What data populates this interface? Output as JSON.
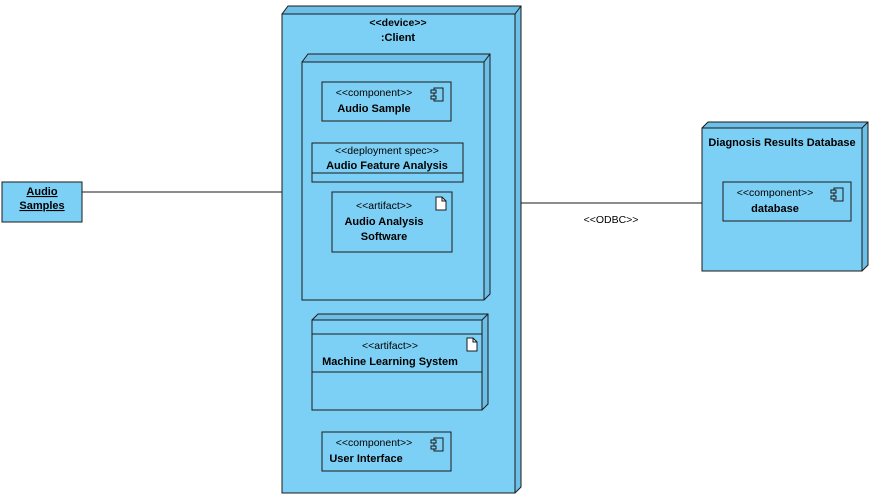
{
  "colors": {
    "node_fill": "#7dd0f5",
    "node_side": "#6cbfe6",
    "stroke": "#1a1a1a",
    "background": "#ffffff"
  },
  "audio_samples": {
    "line1": "Audio",
    "line2": "Samples"
  },
  "client": {
    "stereotype": "<<device>>",
    "name": ":Client",
    "audio_sample": {
      "stereotype": "<<component>>",
      "name": "Audio Sample",
      "icon": "component-icon"
    },
    "deployment_spec": {
      "stereotype": "<<deployment spec>>",
      "name": "Audio Feature Analysis"
    },
    "audio_analysis_software": {
      "stereotype": "<<artifact>>",
      "line1": "Audio Analysis",
      "line2": "Software",
      "icon": "artifact-icon"
    },
    "machine_learning_system": {
      "stereotype": "<<artifact>>",
      "name": "Machine Learning System",
      "icon": "artifact-icon"
    },
    "user_interface": {
      "stereotype": "<<component>>",
      "name": "User Interface",
      "icon": "component-icon"
    }
  },
  "connector_odbc": {
    "label": "<<ODBC>>"
  },
  "diagnosis_db": {
    "name": "Diagnosis Results Database",
    "database_component": {
      "stereotype": "<<component>>",
      "name": "database",
      "icon": "component-icon"
    }
  }
}
